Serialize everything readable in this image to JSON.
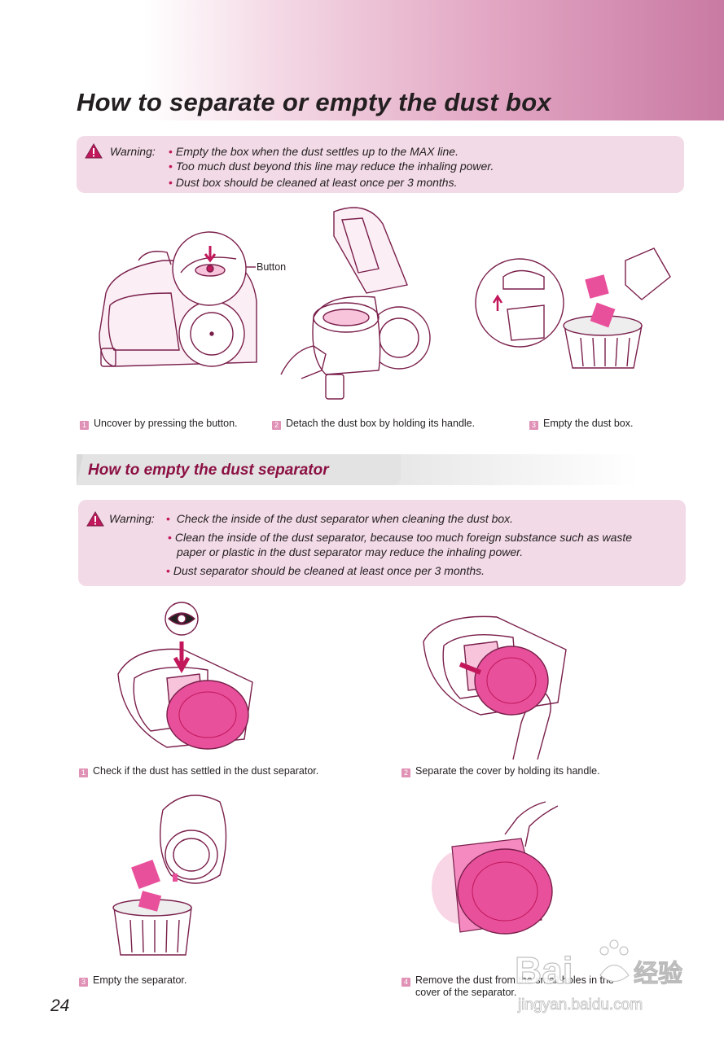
{
  "page": {
    "title": "How to separate or empty the dust box",
    "number": "24"
  },
  "warning1": {
    "label": "Warning:",
    "lines": [
      "Empty the box when the dust settles up to the MAX line.",
      "Too much dust beyond this line may reduce the inhaling power.",
      "Dust box should be cleaned at least  once  per 3 months."
    ]
  },
  "illustration1": {
    "callout": "Button"
  },
  "steps1": [
    {
      "num": "1",
      "text": "Uncover by pressing the button."
    },
    {
      "num": "2",
      "text": "Detach the dust box by holding its handle."
    },
    {
      "num": "3",
      "text": "Empty the dust box."
    }
  ],
  "section2": {
    "title": "How to empty the dust separator"
  },
  "warning2": {
    "label": "Warning:",
    "lines": [
      "Check the inside of the dust separator when cleaning the dust box.",
      "Clean the inside of the dust separator, because too much foreign substance such as waste",
      "paper or plastic in the dust separator may reduce the inhaling power.",
      "Dust separator should be cleaned at least  once  per 3 months."
    ]
  },
  "steps2": [
    {
      "num": "1",
      "text": "Check if the dust has settled in the dust separator."
    },
    {
      "num": "2",
      "text": "Separate the cover by holding its handle."
    },
    {
      "num": "3",
      "text": "Empty the separator."
    },
    {
      "num": "4",
      "text": "Remove the dust from the small holes in the",
      "text2": "cover of the separator."
    }
  ],
  "watermark": {
    "brand": "Bai",
    "sub": "jingyan.baidu.com",
    "cn": "经验"
  },
  "colors": {
    "accent": "#e8509b",
    "line": "#7a1f4b",
    "band": "#c97aa3",
    "warning_bg": "#f2dae6"
  }
}
